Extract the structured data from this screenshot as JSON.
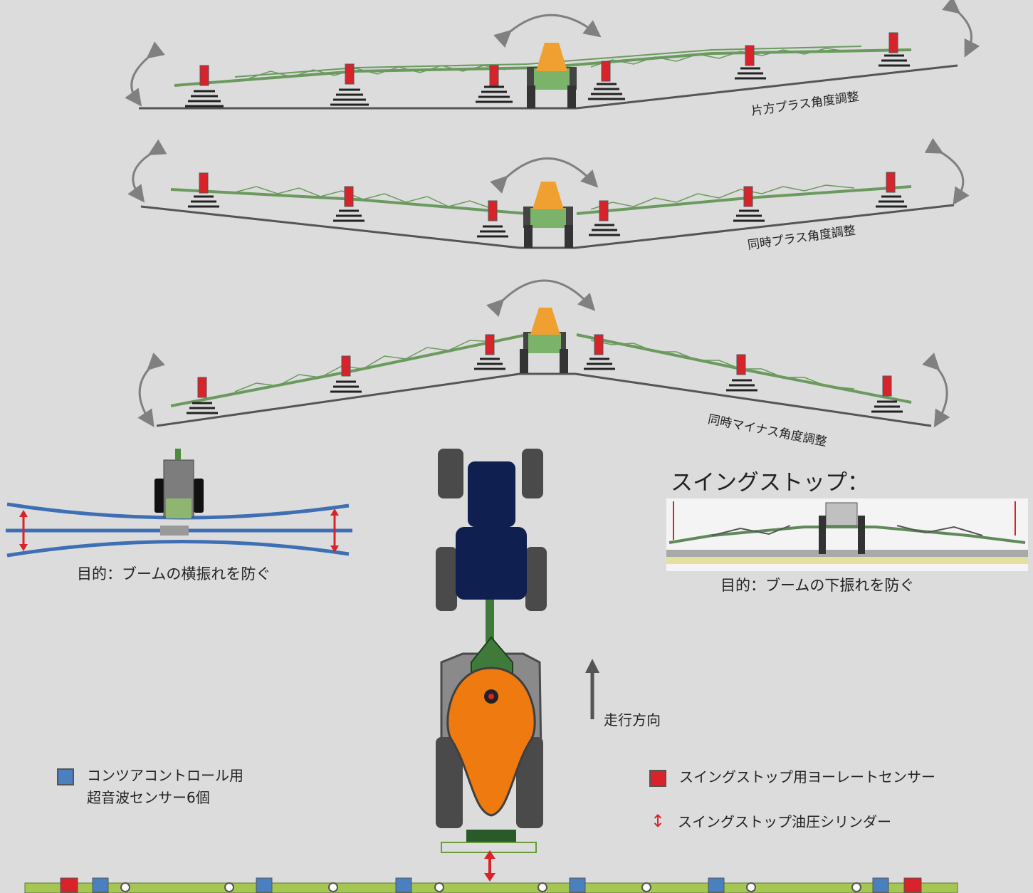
{
  "diagrams": {
    "one_side_plus": "片方プラス角度調整",
    "both_plus": "同時プラス角度調整",
    "both_minus": "同時マイナス角度調整"
  },
  "swing_stop_title": "スイングストップ：",
  "purpose_lateral": "目的：ブームの横振れを防ぐ",
  "purpose_vertical": "目的：ブームの下振れを防ぐ",
  "direction_label": "走行方向",
  "legend": {
    "ultrasonic_line1": "コンツアコントロール用",
    "ultrasonic_line2": "超音波センサー6個",
    "yaw_sensor": "スイングストップ用ヨーレートセンサー",
    "cylinder": "スイングストップ油圧シリンダー"
  },
  "colors": {
    "ultrasonic_sensor": "#4a7fc0",
    "yaw_sensor": "#d8232a",
    "cylinder": "#d8232a",
    "boom_green": "#6a9a5e",
    "bar_green": "#a6c654",
    "tank_orange": "#ee7a10",
    "tractor_navy": "#0f1f4f"
  }
}
